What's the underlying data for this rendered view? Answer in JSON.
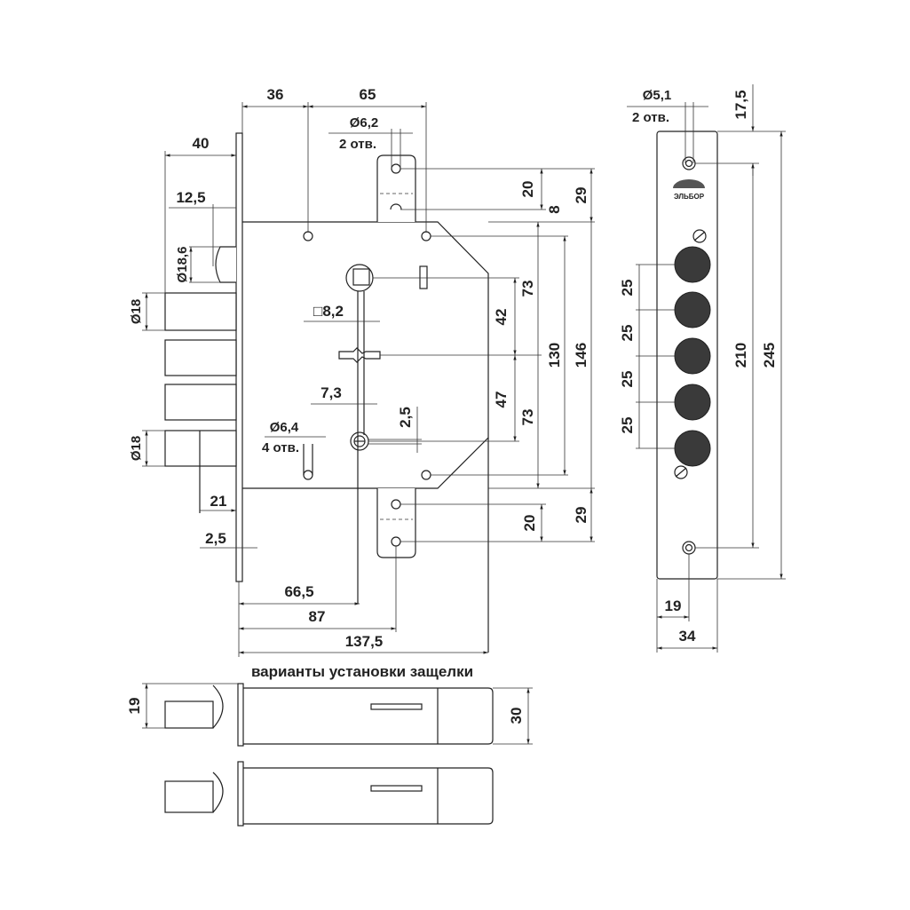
{
  "title": "варианты установки защелки",
  "lock_body": {
    "dims": {
      "d36": "36",
      "d65": "65",
      "hole_top_dia": "Ø6,2",
      "hole_top_count": "2 отв.",
      "d40": "40",
      "d12_5": "12,5",
      "latch_dia": "Ø18,6",
      "bolt_dia_top": "Ø18",
      "bolt_dia_bottom": "Ø18",
      "spindle": "□8,2",
      "d7_3": "7,3",
      "hole_bottom_dia": "Ø6,4",
      "hole_bottom_count": "4 отв.",
      "d2_5_cam": "2,5",
      "d21": "21",
      "d2_5_plate": "2,5",
      "d20_top": "20",
      "d8": "8",
      "d29_top": "29",
      "d73_top": "73",
      "d42": "42",
      "d47": "47",
      "d73_bottom": "73",
      "d130": "130",
      "d146": "146",
      "d20_bottom": "20",
      "d29_bottom": "29",
      "d66_5": "66,5",
      "d87": "87",
      "d137_5": "137,5"
    }
  },
  "strike_plate": {
    "logo": "ЭЛЬБОР",
    "dims": {
      "hole_dia": "Ø5,1",
      "hole_count": "2 отв.",
      "d17_5": "17,5",
      "pitch": [
        "25",
        "25",
        "25",
        "25"
      ],
      "d210": "210",
      "d245": "245",
      "d19": "19",
      "d34": "34"
    }
  },
  "latch_variants": {
    "dims": {
      "d19": "19",
      "d30": "30"
    }
  }
}
